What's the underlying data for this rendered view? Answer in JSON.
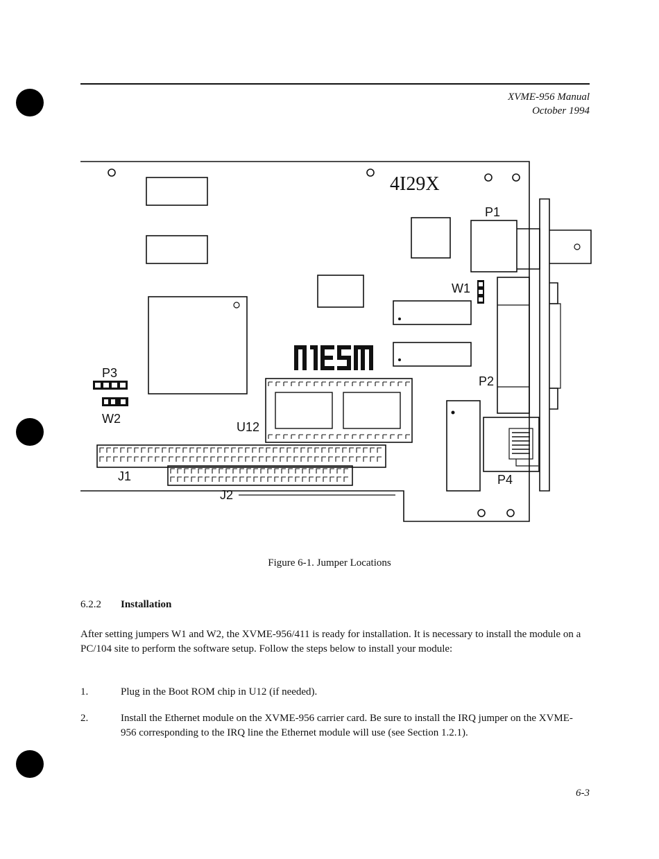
{
  "header": {
    "manual_title": "XVME-956 Manual",
    "date": "October 1994"
  },
  "figure": {
    "board_name": "4I29X",
    "logo_text": "MESA",
    "labels": {
      "p1": "P1",
      "p2": "P2",
      "p3": "P3",
      "p4": "P4",
      "w1": "W1",
      "w2": "W2",
      "j1": "J1",
      "j2": "J2",
      "u12": "U12"
    },
    "caption": "Figure 6-1.  Jumper Locations"
  },
  "section": {
    "number": "6.2.2",
    "title": "Installation"
  },
  "body": {
    "intro": "After setting jumpers W1 and W2, the XVME-956/411 is ready for installation. It is necessary to install the module on a PC/104 site to perform the software setup. Follow the steps below to install your module:",
    "steps": [
      {
        "num": "1.",
        "text": "Plug in the Boot ROM chip in U12 (if needed)."
      },
      {
        "num": "2.",
        "text": "Install the Ethernet module on the XVME-956 carrier card. Be sure to install the IRQ jumper on the XVME-956 corresponding to the IRQ line the Ethernet module will use (see Section 1.2.1)."
      }
    ]
  },
  "page_number": "6-3"
}
